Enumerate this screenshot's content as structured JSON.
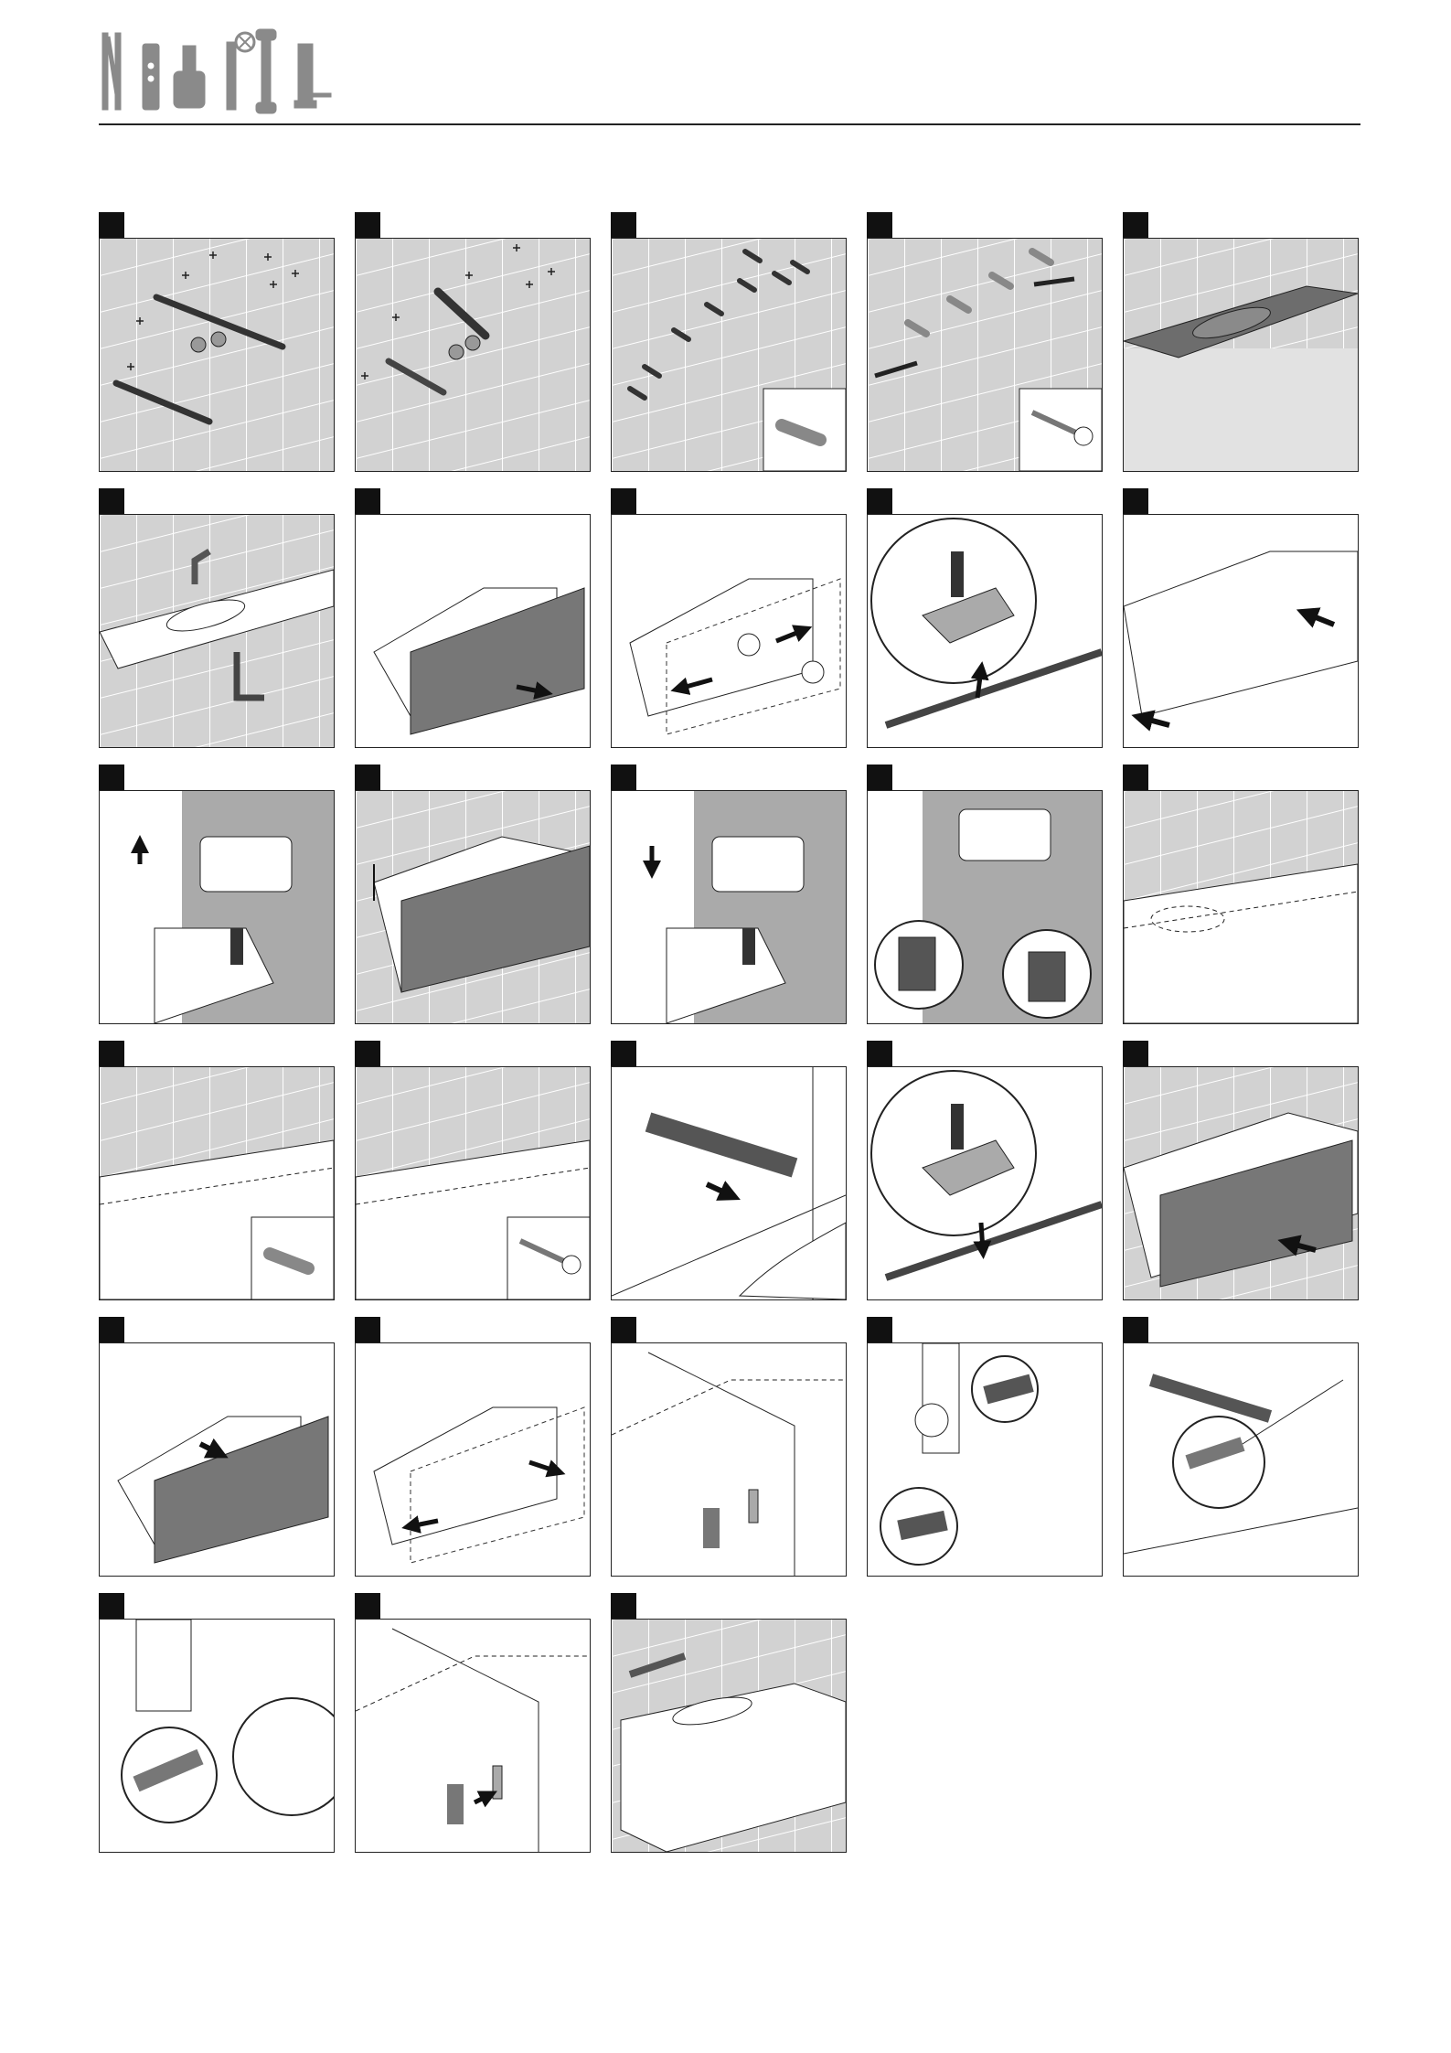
{
  "document": {
    "brand_logo_icon": "tools-logo-icon",
    "colors": {
      "tile_wall": "#d2d2d2",
      "grout": "#ffffff",
      "drawer_front": "#777777",
      "line": "#222222",
      "floor": "#e8e8e8"
    }
  },
  "steps": [
    {
      "scene": "wall-marking-level"
    },
    {
      "scene": "wall-drilling"
    },
    {
      "scene": "wall-plugs"
    },
    {
      "scene": "wall-screws"
    },
    {
      "scene": "basin-top"
    },
    {
      "scene": "basin-tap"
    },
    {
      "scene": "cabinet-drawer-out"
    },
    {
      "scene": "cabinet-drawer-remove"
    },
    {
      "scene": "runner-release-detail"
    },
    {
      "scene": "cabinet-empty-push"
    },
    {
      "scene": "bracket-adjust-up"
    },
    {
      "scene": "cabinet-height-level"
    },
    {
      "scene": "bracket-adjust-down"
    },
    {
      "scene": "bracket-adjust-detail"
    },
    {
      "scene": "cabinet-on-wall"
    },
    {
      "scene": "cabinet-wall-plugs"
    },
    {
      "scene": "cabinet-wall-screws"
    },
    {
      "scene": "runner-pull-out"
    },
    {
      "scene": "runner-lock-detail"
    },
    {
      "scene": "drawer-insert"
    },
    {
      "scene": "drawer-front-tilt"
    },
    {
      "scene": "drawer-lift-out"
    },
    {
      "scene": "side-panel-clip"
    },
    {
      "scene": "front-adjust-detail"
    },
    {
      "scene": "rail-clip-detail"
    },
    {
      "scene": "rail-clip-bottom-detail"
    },
    {
      "scene": "side-panel-attach"
    },
    {
      "scene": "silicone-sealing"
    }
  ]
}
